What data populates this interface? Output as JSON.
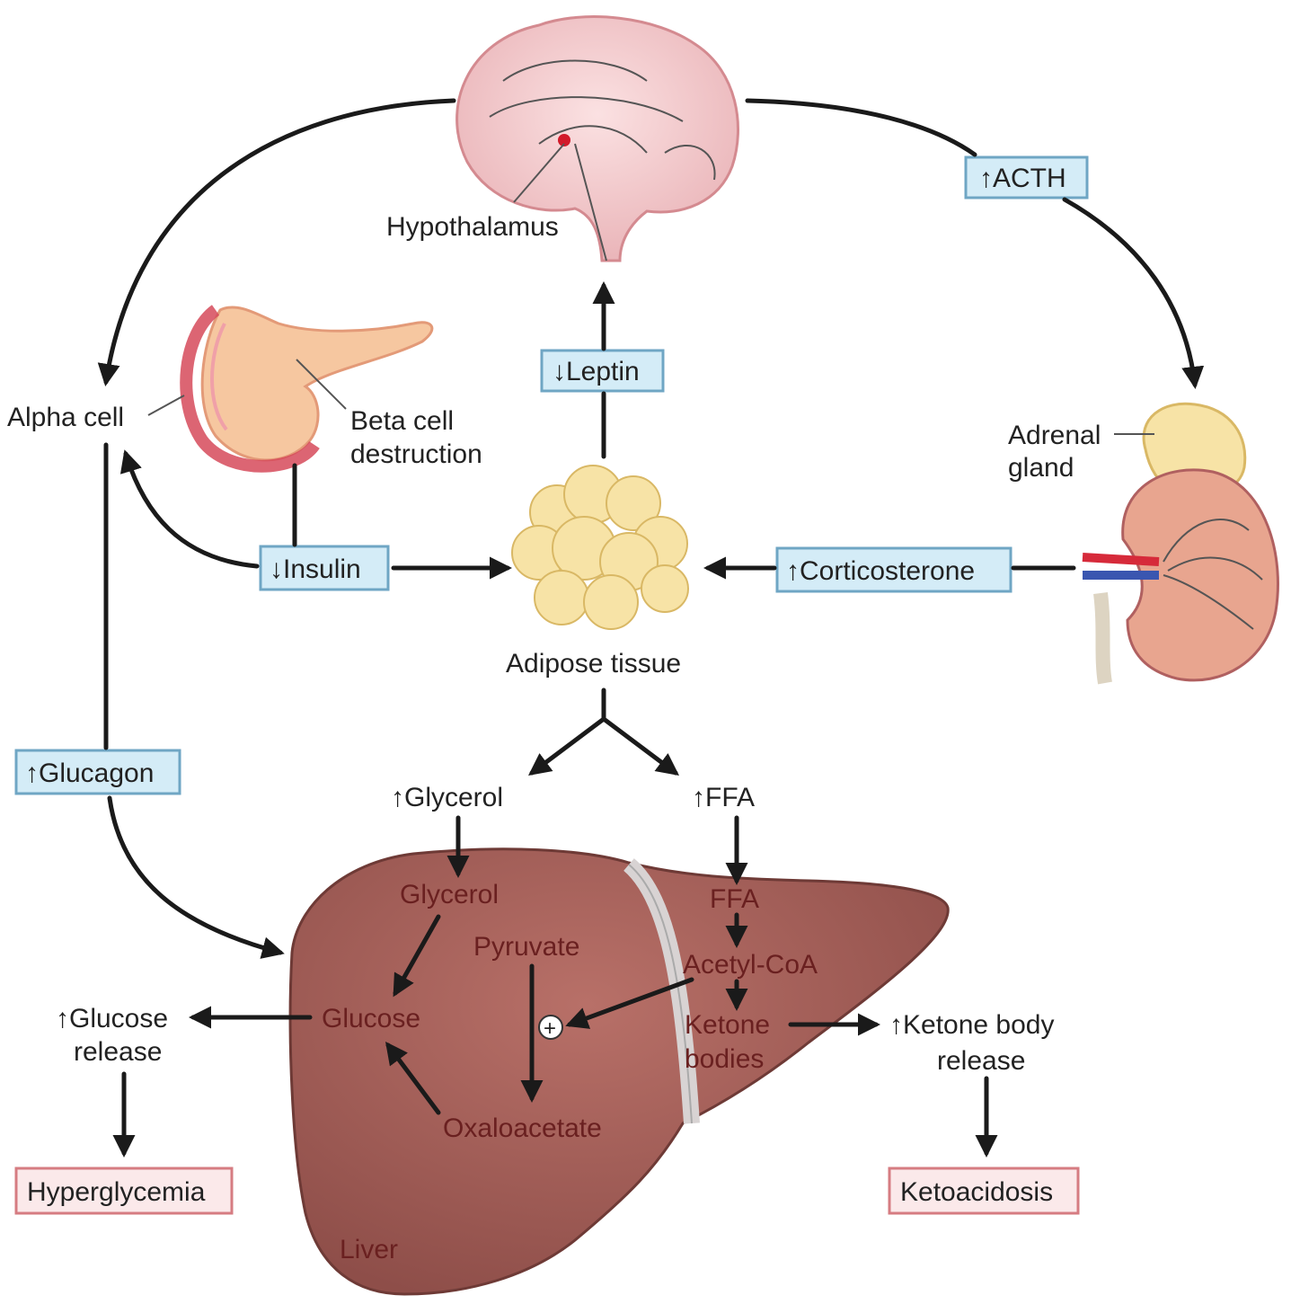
{
  "labels": {
    "hypothalamus": "Hypothalamus",
    "acth": "ACTH",
    "alpha_cell": "Alpha cell",
    "beta_cell_line1": "Beta cell",
    "beta_cell_line2": "destruction",
    "leptin": "Leptin",
    "adrenal_line1": "Adrenal",
    "adrenal_line2": "gland",
    "insulin": "Insulin",
    "corticosterone": "Corticosterone",
    "adipose_tissue": "Adipose tissue",
    "glucagon": "Glucagon",
    "glycerol_up": "Glycerol",
    "ffa_up": "FFA",
    "glycerol_liver": "Glycerol",
    "ffa_liver": "FFA",
    "pyruvate": "Pyruvate",
    "acetyl_coa": "Acetyl-CoA",
    "glucose": "Glucose",
    "ketone_line1": "Ketone",
    "ketone_line2": "bodies",
    "glucose_release_line1": "Glucose",
    "glucose_release_line2": "release",
    "ketone_release_line1": "Ketone body",
    "ketone_release_line2": "release",
    "oxaloacetate": "Oxaloacetate",
    "hyperglycemia": "Hyperglycemia",
    "ketoacidosis": "Ketoacidosis",
    "liver": "Liver",
    "plus_sign": "+"
  },
  "indicators": {
    "increase": "↑",
    "decrease": "↓"
  },
  "colors": {
    "blue_box_fill": "#d4ecf7",
    "blue_box_stroke": "#6fa6c4",
    "red_box_fill": "#fbe9ea",
    "red_box_stroke": "#d67c82",
    "liver": "#a5605a",
    "brain": "#f4c9cc",
    "adipose": "#f7e3a6",
    "kidney": "#e8a58f"
  }
}
